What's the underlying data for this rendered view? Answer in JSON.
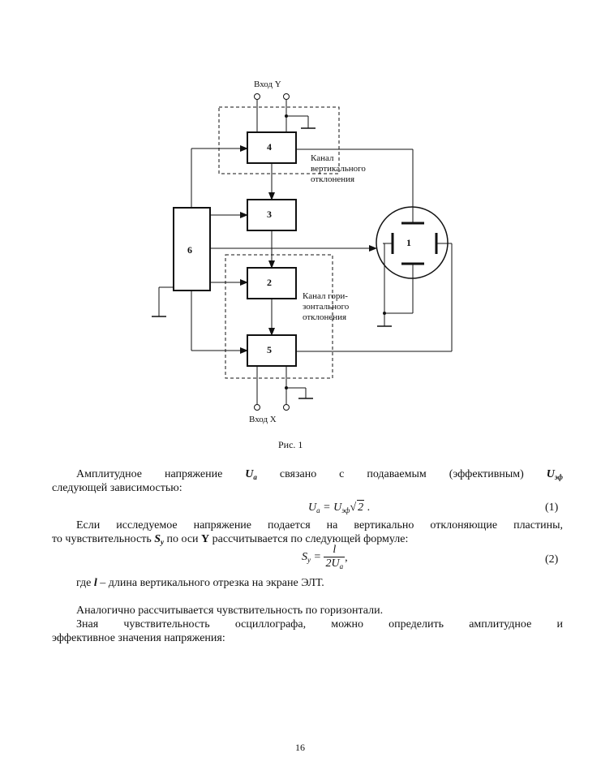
{
  "figure": {
    "input_y_label": "Вход Y",
    "input_x_label": "Вход X",
    "blocks": [
      "1",
      "2",
      "3",
      "4",
      "5",
      "6"
    ],
    "channel_vertical": [
      "Канал",
      "вертикального",
      "отклонения"
    ],
    "channel_horizontal": [
      "Канал гори-",
      "зонтального",
      "отклонения"
    ],
    "caption": "Рис. 1"
  },
  "text": {
    "p1_line1_a": "Амплитудное напряжение ",
    "p1_line1_ua": "U",
    "p1_line1_ua_sub": "a",
    "p1_line1_b": " связано с подаваемым (эффективным) ",
    "p1_line1_ueff": "U",
    "p1_line1_ueff_sub": "эф",
    "p1_line2": "следующей зависимостью:",
    "eq1_lhs": "U",
    "eq1_lhs_sub": "a",
    "eq1_eq": " = U",
    "eq1_rhs_sub": "эф",
    "eq1_radicand": "2",
    "eq1_tail": " .",
    "eq1_num": "(1)",
    "p2_line1": "Если исследуемое напряжение подается на вертикально отклоняющие пластины,",
    "p2_line2_a": "то чувствительность ",
    "p2_line2_s": "S",
    "p2_line2_s_sub": "y",
    "p2_line2_b": " по оси ",
    "p2_line2_axis": "Y",
    "p2_line2_c": " рассчитывается по следующей формуле:",
    "eq2_lhs": "S",
    "eq2_lhs_sub": "y",
    "eq2_eq": " = ",
    "eq2_num_text": "l",
    "eq2_den": "2U",
    "eq2_den_sub": "a",
    "eq2_tail": ",",
    "eq2_num": "(2)",
    "p3_a": "где ",
    "p3_l": "l",
    "p3_b": " – длина вертикального отрезка на экране ЭЛТ.",
    "p4": "Аналогично рассчитывается чувствительность по горизонтали.",
    "p5_line1": "Зная чувствительность осциллографа, можно определить амплитудное и",
    "p5_line2": "эффективное значения напряжения:"
  },
  "page_number": "16"
}
